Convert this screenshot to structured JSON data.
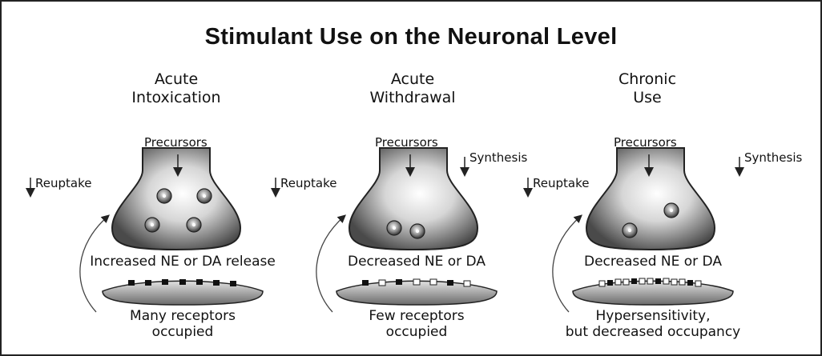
{
  "title": "Stimulant Use on the Neuronal Level",
  "panels": [
    {
      "heading_line1": "Acute",
      "heading_line2": "Intoxication",
      "precursors": "Precursors",
      "reuptake": "Reuptake",
      "release_label": "Increased NE or DA release",
      "receptor_line1": "Many receptors",
      "receptor_line2": "occupied"
    },
    {
      "heading_line1": "Acute",
      "heading_line2": "Withdrawal",
      "precursors": "Precursors",
      "reuptake": "Reuptake",
      "synthesis": "Synthesis",
      "release_label": "Decreased NE or DA",
      "receptor_line1": "Few receptors",
      "receptor_line2": "occupied"
    },
    {
      "heading_line1": "Chronic",
      "heading_line2": "Use",
      "precursors": "Precursors",
      "reuptake": "Reuptake",
      "synthesis": "Synthesis",
      "release_label": "Decreased NE or DA",
      "receptor_line1": "Hypersensitivity,",
      "receptor_line2": "but decreased occupancy"
    }
  ]
}
